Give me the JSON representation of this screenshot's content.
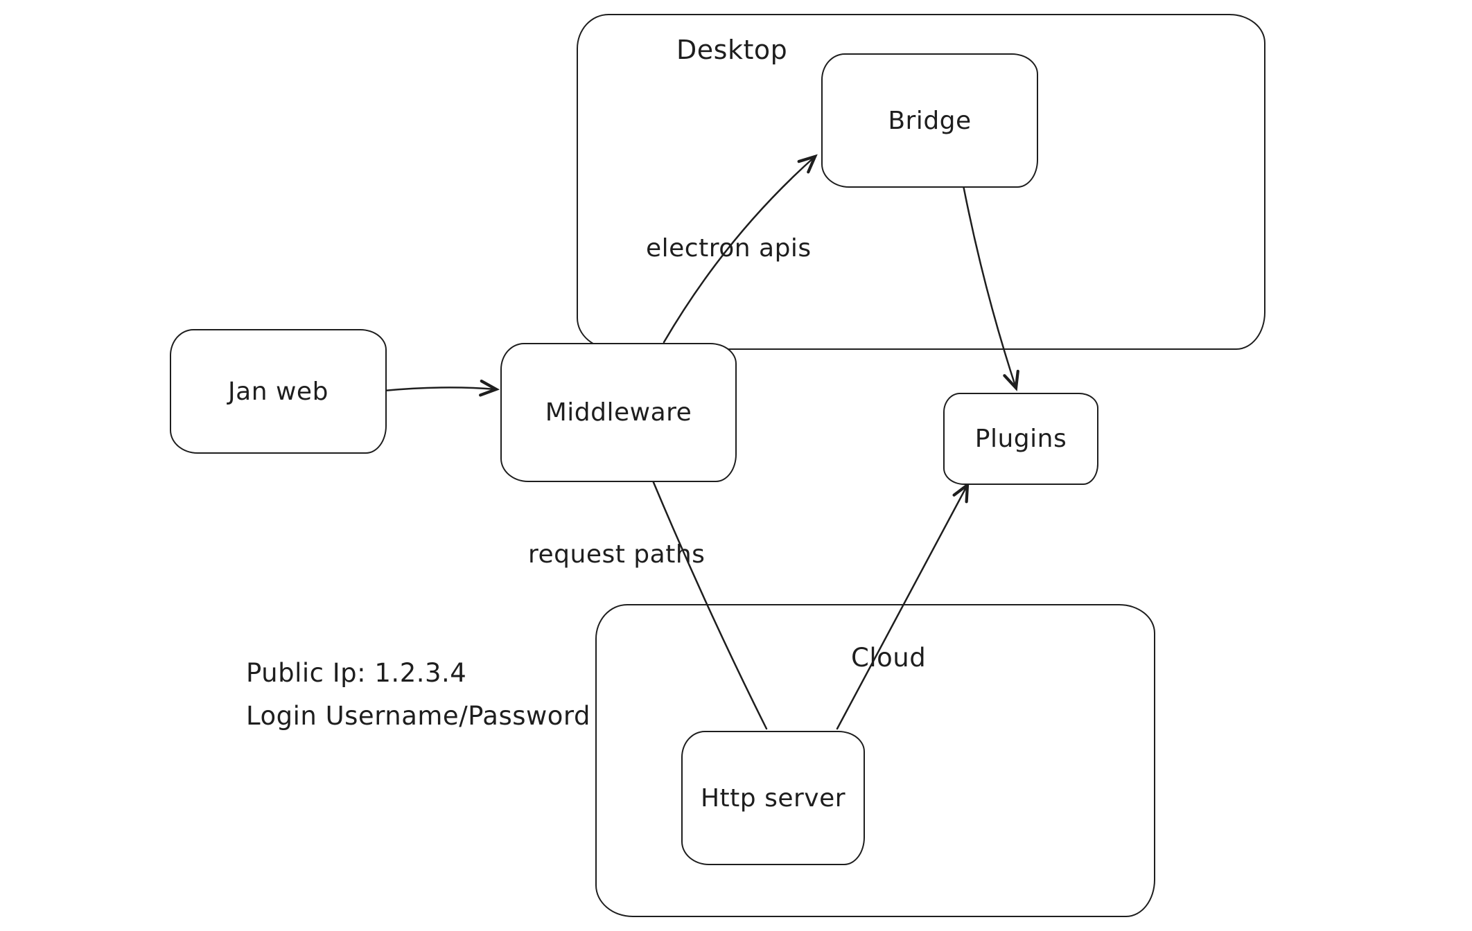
{
  "diagram": {
    "type": "flow-diagram",
    "style": "hand-drawn",
    "colors": {
      "stroke": "#1e1e1e",
      "background": "#ffffff"
    },
    "containers": [
      {
        "id": "desktop",
        "label": "Desktop",
        "contains": [
          "Bridge"
        ]
      },
      {
        "id": "cloud",
        "label": "Cloud",
        "contains": [
          "Http server"
        ]
      }
    ],
    "nodes": [
      {
        "id": "jan-web",
        "label": "Jan web"
      },
      {
        "id": "middleware",
        "label": "Middleware"
      },
      {
        "id": "bridge",
        "label": "Bridge"
      },
      {
        "id": "plugins",
        "label": "Plugins"
      },
      {
        "id": "http-server",
        "label": "Http server"
      }
    ],
    "edges": [
      {
        "from": "Jan web",
        "to": "Middleware",
        "label": ""
      },
      {
        "from": "Middleware",
        "to": "Bridge",
        "label": "electron apis"
      },
      {
        "from": "Bridge",
        "to": "Plugins",
        "label": ""
      },
      {
        "from": "Middleware",
        "to": "Http server",
        "label": "request paths"
      },
      {
        "from": "Http server",
        "to": "Plugins",
        "label": ""
      }
    ],
    "annotations": [
      {
        "id": "public-ip",
        "text": "Public Ip: 1.2.3.4"
      },
      {
        "id": "login",
        "text": "Login Username/Password"
      }
    ]
  }
}
